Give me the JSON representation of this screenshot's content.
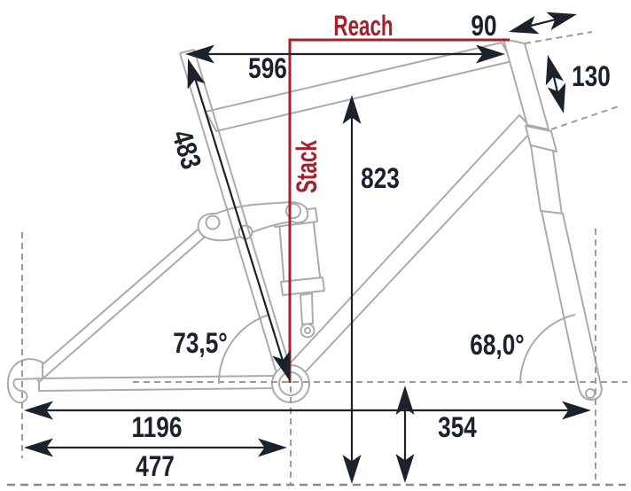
{
  "labels": {
    "reach": "Reach",
    "stack": "Stack"
  },
  "measurements": {
    "top_tube": "596",
    "seat_tube": "483",
    "standover": "823",
    "stem": "90",
    "head_tube": "130",
    "wheelbase": "1196",
    "rear_center": "477",
    "axle_height": "354",
    "seat_tube_angle": "73,5°",
    "head_tube_angle": "68,0°"
  },
  "colors": {
    "accent_red": "#a81e2a",
    "dimension_ink": "#1b222c",
    "frame_gray": "#ababab",
    "guide_gray": "#9b9b9b"
  }
}
